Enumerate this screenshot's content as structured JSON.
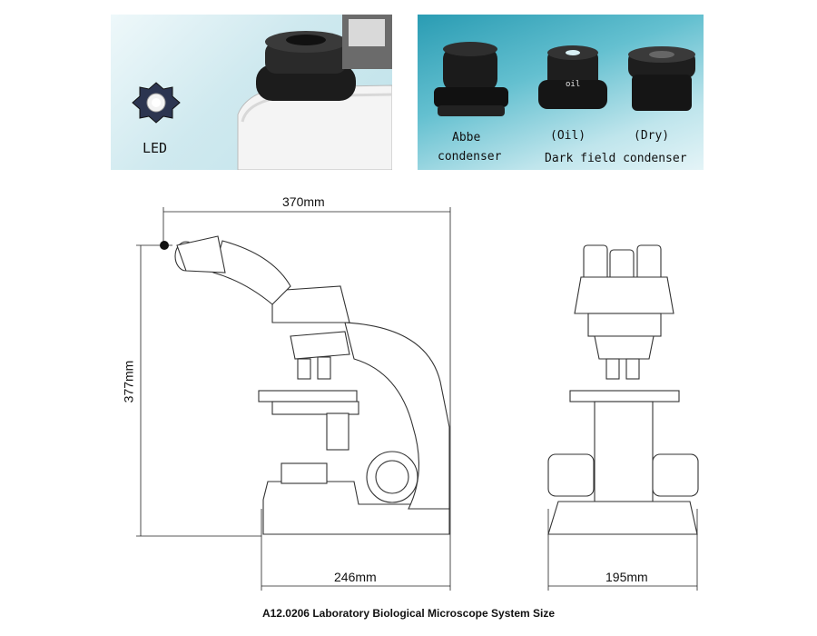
{
  "photos": {
    "led_label": "LED",
    "abbe_line1": "Abbe",
    "abbe_line2": "condenser",
    "oil_label": "(Oil)",
    "dry_label": "(Dry)",
    "dark_field_label": "Dark field condenser",
    "oil_mark": "oil"
  },
  "dimensions": {
    "total_width": "370mm",
    "height": "377mm",
    "side_depth": "246mm",
    "front_width": "195mm"
  },
  "caption": "A12.0206  Laboratory Biological Microscope System Size"
}
